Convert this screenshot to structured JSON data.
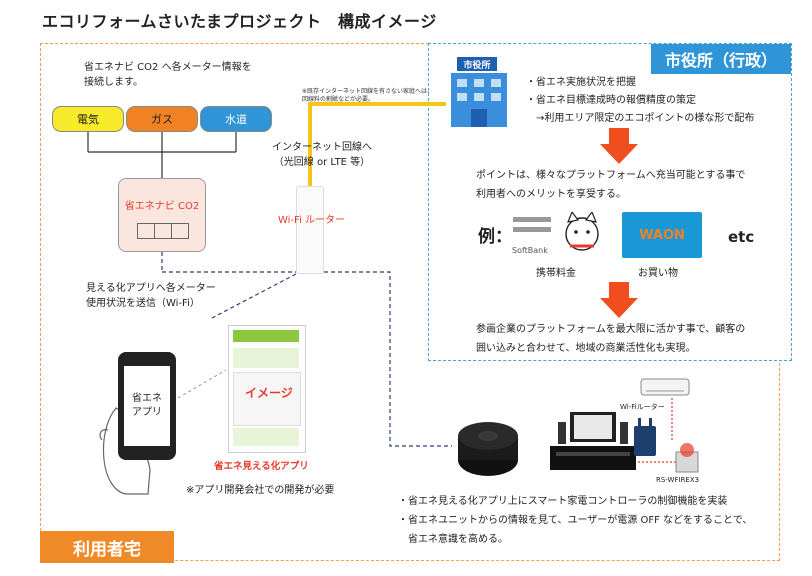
{
  "title": "エコリフォームさいたまプロジェクト　構成イメージ",
  "city": {
    "label": "市役所（行政）",
    "building_sign": "市役所",
    "bullets": [
      "・省エネ実施状況を把握",
      "・省エネ目標達成時の報償精度の策定",
      "　→利用エリア限定のエコポイントの様な形で配布"
    ],
    "points_text": [
      "ポイントは、様々なプラットフォームへ充当可能とする事で",
      "利用者へのメリットを享受する。"
    ],
    "example_label": "例：",
    "etc_label": "etc",
    "softbank_brand": "SoftBank",
    "softbank_caption": "携帯料金",
    "waon_brand": "WAON",
    "waon_caption": "お買い物",
    "platform_text": [
      "参画企業のプラットフォームを最大限に活かす事で、顧客の",
      "囲い込みと合わせて、地域の商業活性化も実現。"
    ]
  },
  "home": {
    "label": "利用者宅",
    "navi_note": [
      "省エネナビ CO2 へ各メーター情報を",
      "接続します。"
    ],
    "meters": {
      "electric": "電気",
      "gas": "ガス",
      "water": "水道"
    },
    "navi_label": "省エネナビ CO2",
    "internet_note": [
      "インターネット回線へ",
      "（光回線 or LTE 等）"
    ],
    "internet_small_note": [
      "※既存インターネット回線を有さない家庭へは、",
      "回線料の割賦などが必要。"
    ],
    "router_label": "Wi-Fi ルーター",
    "app_send_note": [
      "見える化アプリへ各メーター",
      "使用状況を送信（Wi-Fi）"
    ],
    "phone_text": [
      "省エネ",
      "アプリ"
    ],
    "app_image_label": "イメージ",
    "app_caption": "省エネ見える化アプリ",
    "app_dev_note": "※アプリ開発会社での開発が必要",
    "wifi_router_small": "Wi-Fiルーター",
    "rs_label": "RS-WFIREX3",
    "bullets": [
      "・省エネ見える化アプリ上にスマート家電コントローラの制御機能を実装",
      "・省エネユニットからの情報を見て、ユーザーが電源 OFF などをすることで、",
      "　省エネ意識を高める。"
    ]
  },
  "colors": {
    "orange_accent": "#f08a28",
    "blue_accent": "#2f95d6",
    "red_text": "#e83a2a",
    "yellow_line": "#f5c518"
  }
}
